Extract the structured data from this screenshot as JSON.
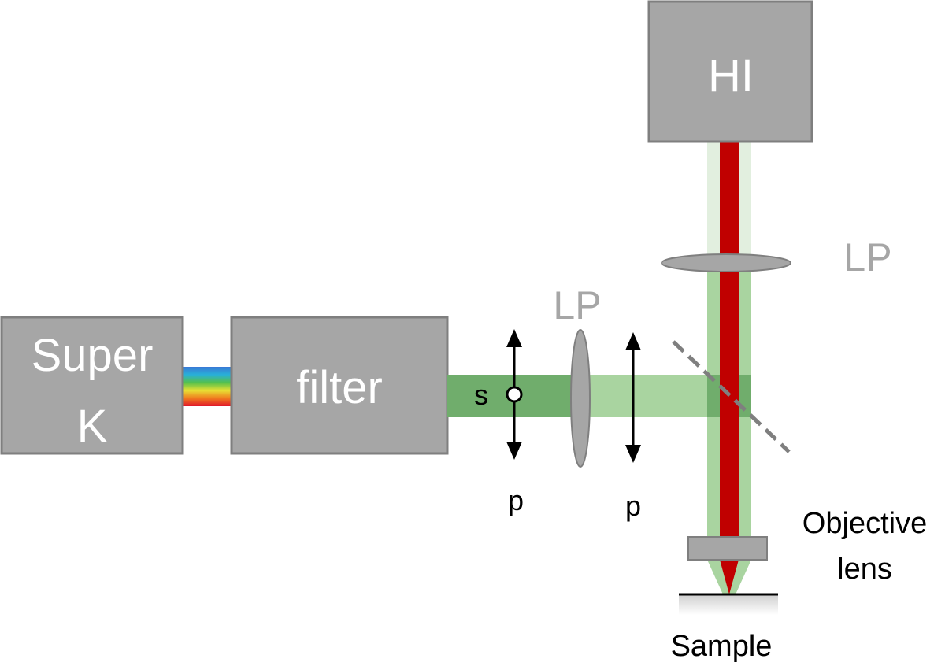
{
  "components": {
    "source": {
      "line1": "Super",
      "line2": "K"
    },
    "filter": {
      "label": "filter"
    },
    "camera": {
      "label": "HI"
    },
    "lp_vertical": {
      "label": "LP"
    },
    "lp_horizontal": {
      "label": "LP"
    },
    "objective": {
      "line1": "Objective",
      "line2": "lens"
    },
    "sample": {
      "label": "Sample"
    }
  },
  "polarization": {
    "s_label": "s",
    "p_label_1": "p",
    "p_label_2": "p"
  },
  "colors": {
    "box_fill": "#a6a6a6",
    "box_stroke": "#7f7f7f",
    "beam_green_dark": "#70ad6c",
    "beam_green_light": "#a9d4a0",
    "beam_green_pale": "#e2efdf",
    "beam_red": "#c00000",
    "lens_fill": "#a6a6a6"
  }
}
